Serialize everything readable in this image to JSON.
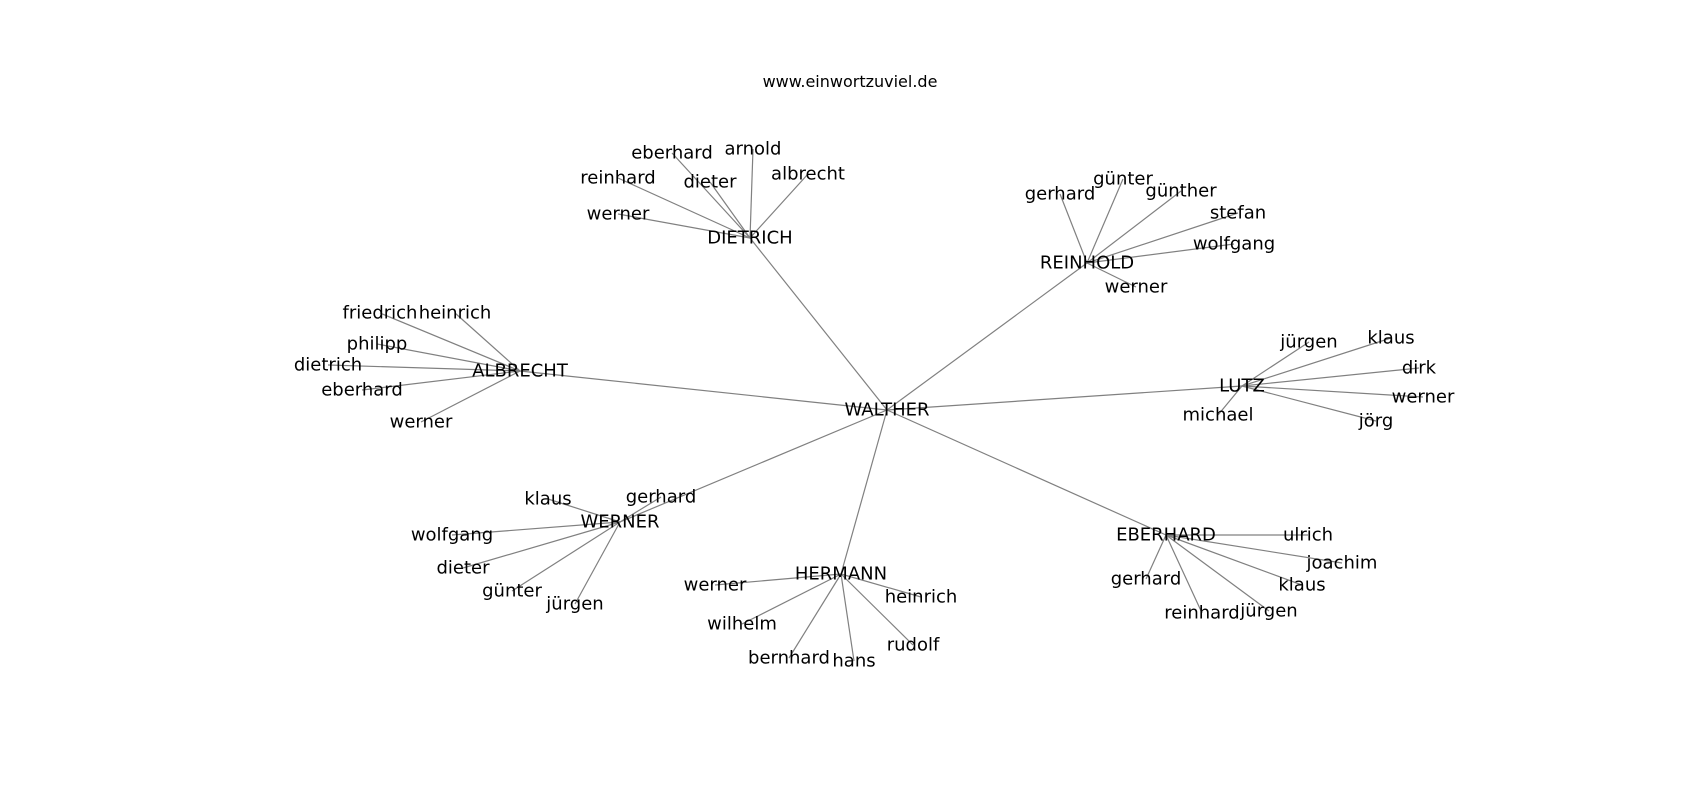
{
  "site_title": "www.einwortzuviel.de",
  "colors": {
    "edge": "#808080",
    "text": "#000000",
    "background": "#ffffff"
  },
  "graph": {
    "root": "WALTHER",
    "clusters": [
      {
        "id": "dietrich",
        "label": "DIETRICH",
        "leaves": [
          "eberhard",
          "arnold",
          "reinhard",
          "dieter",
          "albrecht",
          "werner"
        ]
      },
      {
        "id": "reinhold",
        "label": "REINHOLD",
        "leaves": [
          "gerhard",
          "günter",
          "günther",
          "stefan",
          "wolfgang",
          "werner"
        ]
      },
      {
        "id": "albrecht",
        "label": "ALBRECHT",
        "leaves": [
          "friedrich",
          "heinrich",
          "philipp",
          "dietrich",
          "eberhard",
          "werner"
        ]
      },
      {
        "id": "lutz",
        "label": "LUTZ",
        "leaves": [
          "jürgen",
          "klaus",
          "dirk",
          "werner",
          "jörg",
          "michael"
        ]
      },
      {
        "id": "werner",
        "label": "WERNER",
        "leaves": [
          "klaus",
          "gerhard",
          "wolfgang",
          "dieter",
          "günter",
          "jürgen"
        ]
      },
      {
        "id": "hermann",
        "label": "HERMANN",
        "leaves": [
          "werner",
          "heinrich",
          "wilhelm",
          "bernhard",
          "hans",
          "rudolf"
        ]
      },
      {
        "id": "eberhard",
        "label": "EBERHARD",
        "leaves": [
          "ulrich",
          "joachim",
          "gerhard",
          "klaus",
          "reinhard",
          "jürgen"
        ]
      }
    ]
  }
}
